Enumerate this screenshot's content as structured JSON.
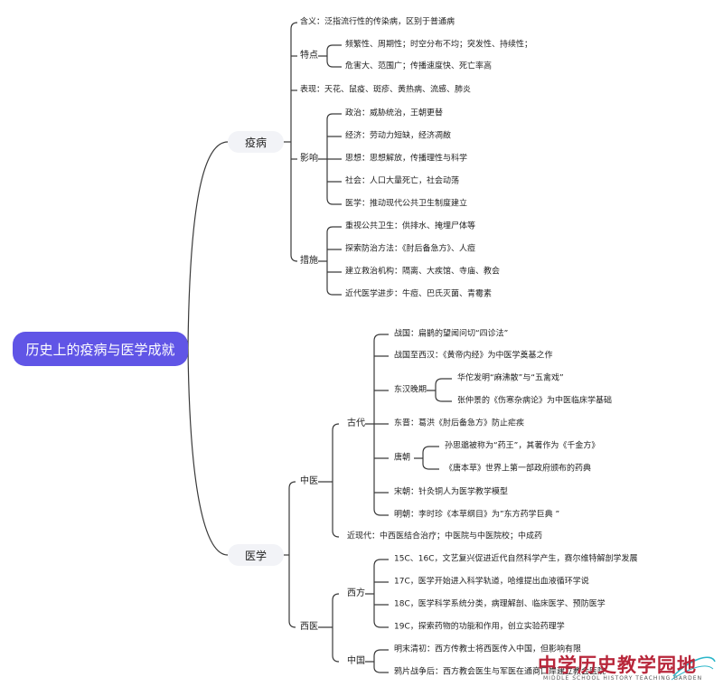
{
  "root": "历史上的疫病与医学成就",
  "branches": {
    "yibing": "疫病",
    "yixue": "医学"
  },
  "yibing": {
    "hanyi": "含义：泛指流行性的传染病，区别于普通病",
    "tedian": "特点",
    "tedian_items": [
      "频繁性、周期性；时空分布不均；突发性、持续性；",
      "危害大、范围广；传播速度快、死亡率高"
    ],
    "biaoxian": "表现：天花、鼠疫、斑疹、黄热病、流感、肺炎",
    "yingxiang": "影响",
    "yingxiang_items": [
      "政治：威胁统治，王朝更替",
      "经济：劳动力短缺，经济凋敝",
      "思想：思想解放，传播理性与科学",
      "社会：人口大量死亡，社会动荡",
      "医学：推动现代公共卫生制度建立"
    ],
    "cuoshi": "措施",
    "cuoshi_items": [
      "重视公共卫生：供排水、掩埋尸体等",
      "探索防治方法：《肘后备急方》、人痘",
      "建立救治机构：隔离、大疾馆、寺庙、教会",
      "近代医学进步：牛痘、巴氏灭菌、青霉素"
    ]
  },
  "yixue": {
    "zhongyi": "中医",
    "gudai": "古代",
    "zhanguo": "战国：扁鹊的望闻问切“四诊法”",
    "zhanguo_xihan": "战国至西汉：《黄帝内经》为中医学奠基之作",
    "donghan": "东汉晚期",
    "donghan_items": [
      "华佗发明“麻沸散”与“五禽戏”",
      "张仲景的《伤寒杂病论》为中医临床学基础"
    ],
    "dongjin": "东晋：葛洪《肘后备急方》防止疟疾",
    "tang": "唐朝",
    "tang_items": [
      "孙思邈被称为“药王”，其著作为《千金方》",
      "《唐本草》世界上第一部政府颁布的药典"
    ],
    "song": "宋朝：针灸铜人为医学教学模型",
    "ming": "明朝：李时珍《本草纲目》为”东方药学巨典 ”",
    "jinxiandai": "近现代：中西医结合治疗；中医院与中医院校；中成药",
    "xiyi": "西医",
    "xifang": "西方",
    "xifang_items": [
      "15C、16C，文艺复兴促进近代自然科学产生，赛尔维特解剖学发展",
      "17C，医学开始进入科学轨道，哈维提出血液循环学说",
      "18C，医学科学系统分类，病理解剖、临床医学、预防医学",
      "19C，探索药物的功能和作用，创立实验药理学"
    ],
    "zhongguo": "中国",
    "zhongguo_items": [
      "明末清初：西方传教士将西医传入中国，但影响有限",
      "鸦片战争后：西方教会医生与军医在通商口岸建立教会医院"
    ]
  },
  "watermark": {
    "title": "中学历史教学园地",
    "subtitle": "MIDDLE SCHOOL HISTORY TEACHING GARDEN"
  },
  "colors": {
    "root_bg": "#6055e6",
    "branch_bg": "#f2f3f7",
    "line": "#3a3a3a",
    "watermark": "#b8263a",
    "watermark_accent": "#2bb6c9"
  }
}
